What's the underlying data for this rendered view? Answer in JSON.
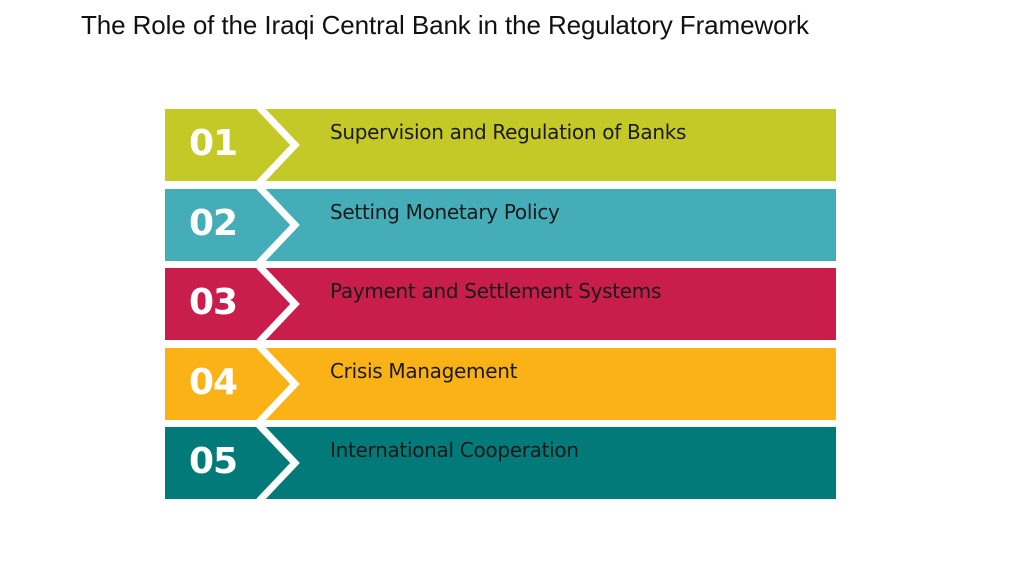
{
  "title": "The Role of the Iraqi Central Bank in the Regulatory Framework",
  "items": [
    {
      "number": "01",
      "label": "Supervision and Regulation of Banks",
      "color": "#c4c927"
    },
    {
      "number": "02",
      "label": "Setting Monetary Policy",
      "color": "#45adb8"
    },
    {
      "number": "03",
      "label": "Payment and Settlement Systems",
      "color": "#c91e4c"
    },
    {
      "number": "04",
      "label": "Crisis Management",
      "color": "#fbb217"
    },
    {
      "number": "05",
      "label": "International Cooperation",
      "color": "#037a7a"
    }
  ],
  "chevron_icon": "chevron-right-icon"
}
